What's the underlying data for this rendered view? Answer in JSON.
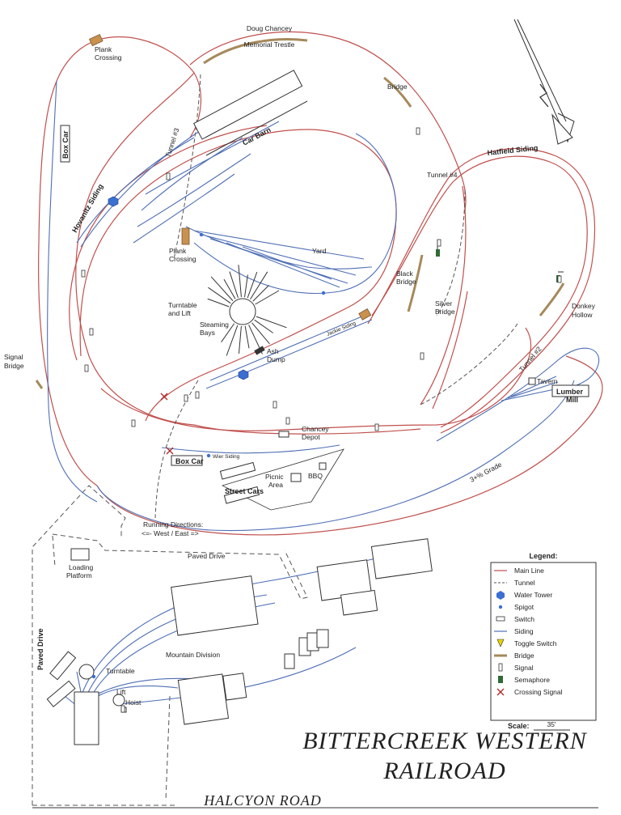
{
  "title": {
    "line1": "BITTERCREEK WESTERN",
    "line2": "RAILROAD"
  },
  "road_label": "HALCYON ROAD",
  "labels": {
    "plank_crossing_top": [
      "Plank",
      "Crossing"
    ],
    "doug_chancey": [
      "Doug Chancey",
      "Memorial Trestle"
    ],
    "bridge": "Bridge",
    "box_car_left": "Box Car",
    "tunnel3": "Tunnel #3",
    "car_barn": "Car Barn",
    "hatfield_siding": "Hatfield Siding",
    "tunnel4": "Tunnel #4",
    "hovanitz_siding": "Hovanitz Siding",
    "plank_crossing_mid": [
      "Plank",
      "Crossing"
    ],
    "yard": "Yard",
    "black_bridge": [
      "Black",
      "Bridge"
    ],
    "silver_bridge": [
      "Silver",
      "Bridge"
    ],
    "donkey_hollow": [
      "Donkey",
      "Hollow"
    ],
    "turntable_lift": [
      "Turntable",
      "and Lift"
    ],
    "steaming_bays": [
      "Steaming",
      "Bays"
    ],
    "jackie_siding": "Jackie Siding",
    "ash_dump": [
      "Ash",
      "Dump"
    ],
    "tunnel2": "Tunnel #2",
    "tavern": "Tavern",
    "lumber_mill": [
      "Lumber",
      "Mill"
    ],
    "signal_bridge": [
      "Signal",
      "Bridge"
    ],
    "chancey_depot": [
      "Chancey",
      "Depot"
    ],
    "box_car_bottom": "Box Car",
    "wier_siding": "Wier Siding",
    "picnic_area": [
      "Picnic",
      "Area"
    ],
    "bbq": "BBQ",
    "street_cars": "Street Cars",
    "grade": "3+% Grade",
    "running_directions": "Running Directions:",
    "west_east": "<=- West / East =>",
    "paved_drive_top": "Paved Drive",
    "loading_platform": [
      "Loading",
      "Platform"
    ],
    "paved_drive_side": "Paved Drive",
    "mountain_division": "Mountain Division",
    "turntable": "Turntable",
    "lift": "Lift",
    "hoist": "Hoist",
    "north": "N"
  },
  "legend": {
    "heading": "Legend:",
    "items": [
      {
        "label": "Main Line",
        "icon": "main-line-icon"
      },
      {
        "label": "Tunnel",
        "icon": "tunnel-icon"
      },
      {
        "label": "Water Tower",
        "icon": "water-tower-icon"
      },
      {
        "label": "Spigot",
        "icon": "spigot-icon"
      },
      {
        "label": "Switch",
        "icon": "switch-icon"
      },
      {
        "label": "Siding",
        "icon": "siding-icon"
      },
      {
        "label": "Toggle Switch",
        "icon": "toggle-switch-icon"
      },
      {
        "label": "Bridge",
        "icon": "bridge-icon"
      },
      {
        "label": "Signal",
        "icon": "signal-icon"
      },
      {
        "label": "Semaphore",
        "icon": "semaphore-icon"
      },
      {
        "label": "Crossing Signal",
        "icon": "crossing-signal-icon"
      }
    ],
    "scale_label": "Scale:",
    "scale_value": "35'"
  },
  "colors": {
    "main_line": "#c0504d",
    "siding": "#4f6fb5",
    "bridge": "#a6895b",
    "water_tower": "#3b6fd1",
    "semaphore": "#2f6b35",
    "crossing_signal": "#b03030",
    "toggle": "#e8d600"
  }
}
